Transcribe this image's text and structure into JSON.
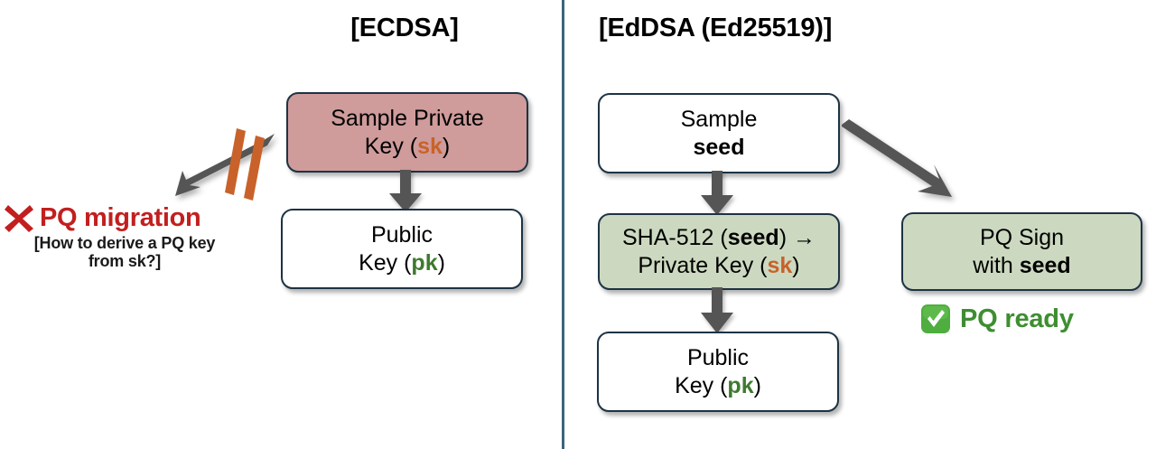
{
  "sections": {
    "left": {
      "title": "[ECDSA]"
    },
    "right": {
      "title": "[EdDSA (Ed25519)]"
    }
  },
  "boxes": {
    "sample_private_key": {
      "line1": "Sample Private",
      "line2_prefix": "Key (",
      "line2_key": "sk",
      "line2_suffix": ")",
      "fill": "#cf9b9b"
    },
    "public_key_left": {
      "line1": "Public",
      "line2_prefix": "Key (",
      "line2_key": "pk",
      "line2_suffix": ")",
      "fill": "#ffffff"
    },
    "sample_seed": {
      "line1": "Sample",
      "line2": "seed",
      "fill": "#ffffff"
    },
    "sha512_private_key": {
      "line1_prefix": "SHA-512 (",
      "line1_bold": "seed",
      "line1_suffix": ") →",
      "line2_prefix": "Private Key (",
      "line2_key": "sk",
      "line2_suffix": ")",
      "fill": "#ccd9c0"
    },
    "public_key_right": {
      "line1": "Public",
      "line2_prefix": "Key (",
      "line2_key": "pk",
      "line2_suffix": ")",
      "fill": "#ffffff"
    },
    "pq_sign": {
      "line1": "PQ Sign",
      "line2_prefix": "with ",
      "line2_bold": "seed",
      "fill": "#ccd9c0"
    }
  },
  "callouts": {
    "pq_migration": {
      "icon": "x-mark-icon",
      "label": "PQ migration",
      "note_line1": "[How to derive a PQ key",
      "note_line2": "from sk?]",
      "color": "#c21f1f"
    },
    "pq_ready": {
      "icon": "check-mark-icon",
      "label": "PQ ready",
      "color": "#3e8e31"
    }
  },
  "colors": {
    "sk_accent": "#c8622a",
    "pk_accent": "#3e7a2e",
    "box_border": "#1d3344",
    "divider": "#3b6480",
    "arrow": "#555555",
    "slash": "#c8622a",
    "pink_fill": "#cf9b9b",
    "green_fill": "#ccd9c0"
  }
}
